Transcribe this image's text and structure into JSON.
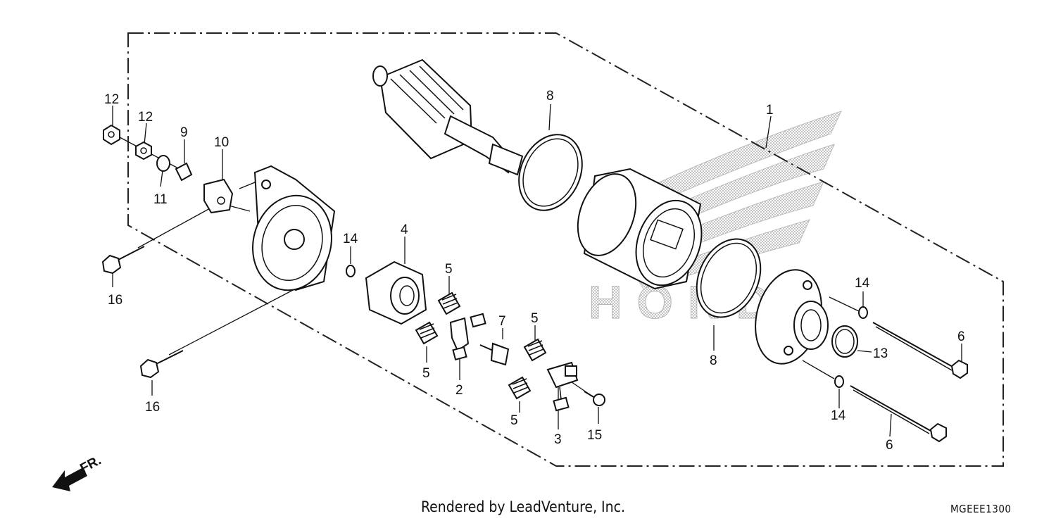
{
  "diagram": {
    "credit": "Rendered by LeadVenture, Inc.",
    "diagram_code": "MGEEE1300",
    "direction_label": "FR.",
    "watermark_text": "HONDA",
    "callouts": {
      "c1": "1",
      "c2": "2",
      "c3": "3",
      "c4": "4",
      "c5a": "5",
      "c5b": "5",
      "c5c": "5",
      "c5d": "5",
      "c6a": "6",
      "c6b": "6",
      "c7": "7",
      "c8a": "8",
      "c8b": "8",
      "c9": "9",
      "c10": "10",
      "c11": "11",
      "c12a": "12",
      "c12b": "12",
      "c13": "13",
      "c14a": "14",
      "c14b": "14",
      "c14c": "14",
      "c15": "15",
      "c16a": "16",
      "c16b": "16"
    },
    "colors": {
      "line": "#111111",
      "watermark": "#c8c8c8"
    }
  }
}
